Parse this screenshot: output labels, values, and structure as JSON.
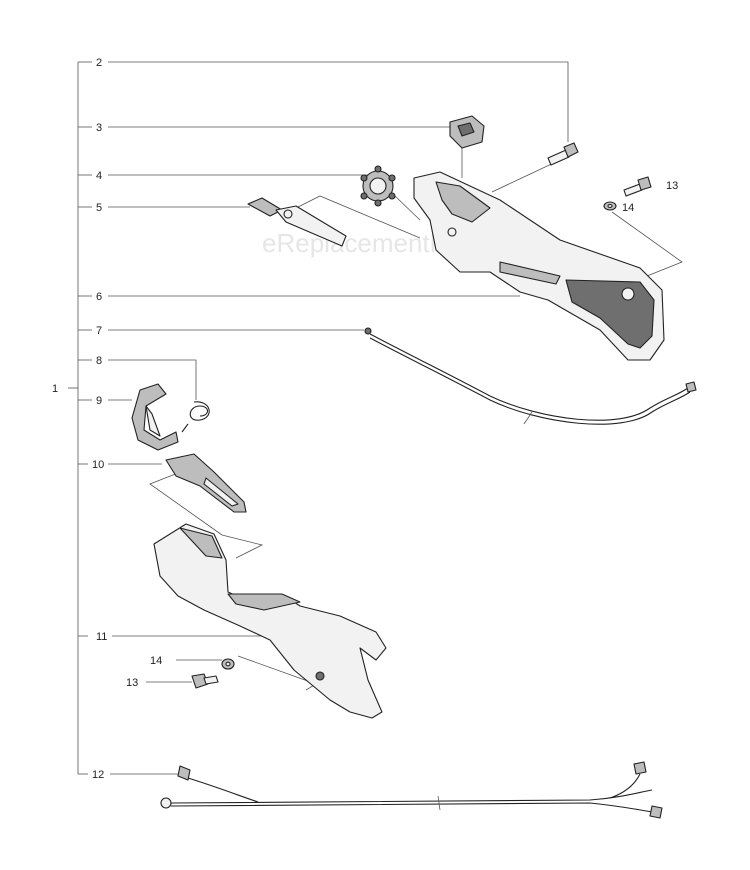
{
  "watermark": "eReplacementParts.com",
  "callouts": {
    "c1": "1",
    "c2": "2",
    "c3": "3",
    "c4": "4",
    "c5": "5",
    "c6": "6",
    "c7": "7",
    "c8": "8",
    "c9": "9",
    "c10": "10",
    "c11": "11",
    "c12": "12",
    "c13a": "13",
    "c14a": "14",
    "c13b": "13",
    "c14b": "14"
  }
}
